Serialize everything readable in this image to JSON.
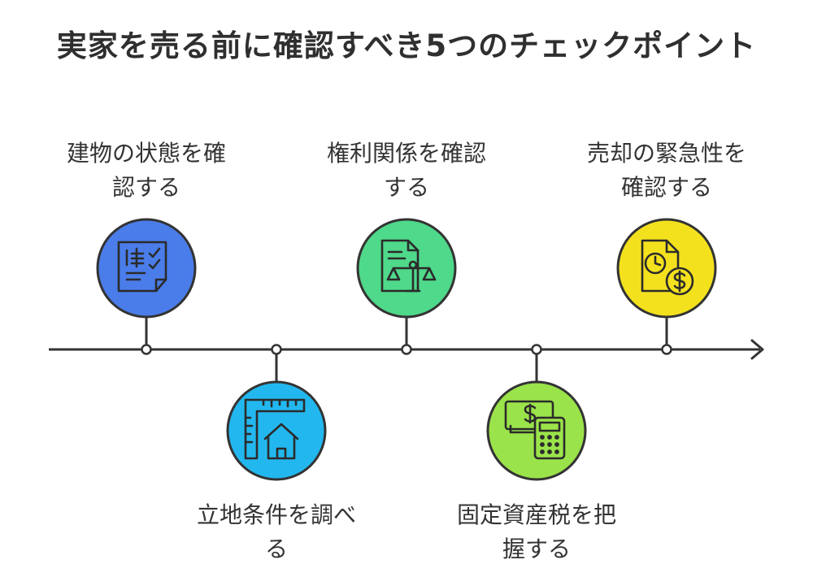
{
  "title": "実家を売る前に確認すべき5つのチェックポイント",
  "steps": [
    {
      "label": "建物の状態を確\n認する",
      "icon": "document-checklist-icon",
      "color": "#4a7dea",
      "side": "top"
    },
    {
      "label": "立地条件を調べ\nる",
      "icon": "ruler-house-icon",
      "color": "#22b8ef",
      "side": "bottom"
    },
    {
      "label": "権利関係を確認\nする",
      "icon": "document-scales-icon",
      "color": "#4fd98a",
      "side": "top"
    },
    {
      "label": "固定資産税を把\n握する",
      "icon": "money-calculator-icon",
      "color": "#9be34a",
      "side": "bottom"
    },
    {
      "label": "売却の緊急性を\n確認する",
      "icon": "document-clock-dollar-icon",
      "color": "#f4e11e",
      "side": "top"
    }
  ]
}
